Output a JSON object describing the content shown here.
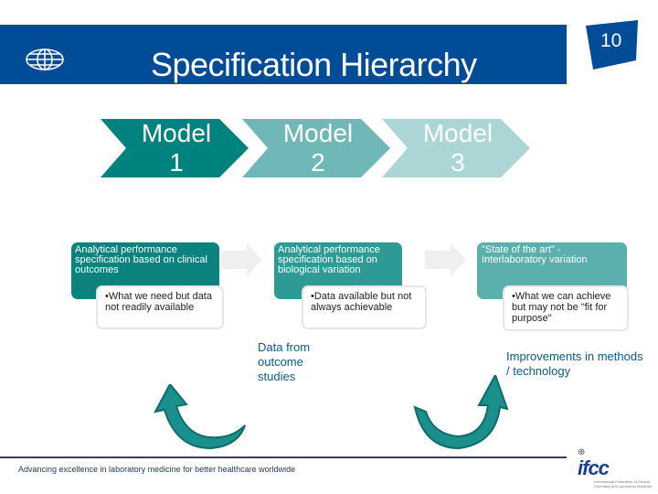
{
  "header": {
    "title": "Specification Hierarchy",
    "page_number": "10",
    "logo_icon": "globe-icon",
    "band_color": "#004c97"
  },
  "models": [
    {
      "line1": "Model",
      "line2": "1",
      "color": "#00827f"
    },
    {
      "line1": "Model",
      "line2": "2",
      "color": "#6fb8b7"
    },
    {
      "line1": "Model",
      "line2": "3",
      "color": "#acd6d5"
    }
  ],
  "cards": [
    {
      "title": "Analytical  performance specification based on clinical outcomes",
      "detail": "•What we need but data not readily available",
      "color": "#0c827e"
    },
    {
      "title": "Analytical performance specification based on biological variation",
      "detail": "•Data available but not always achievable",
      "color": "#2e9a96"
    },
    {
      "title": "\"State of the art\" - Interlaboratory variation",
      "detail": "•What we can achieve but may not be \"fit for purpose\"",
      "color": "#5bb0ad"
    }
  ],
  "notes": {
    "left": "Data from outcome studies",
    "right": "Improvements in methods / technology"
  },
  "footer": {
    "tagline": "Advancing excellence in laboratory medicine for better healthcare worldwide",
    "logo_text": "ifcc",
    "logo_subtitle": "International Federation of Clinical Chemistry and Laboratory Medicine"
  }
}
